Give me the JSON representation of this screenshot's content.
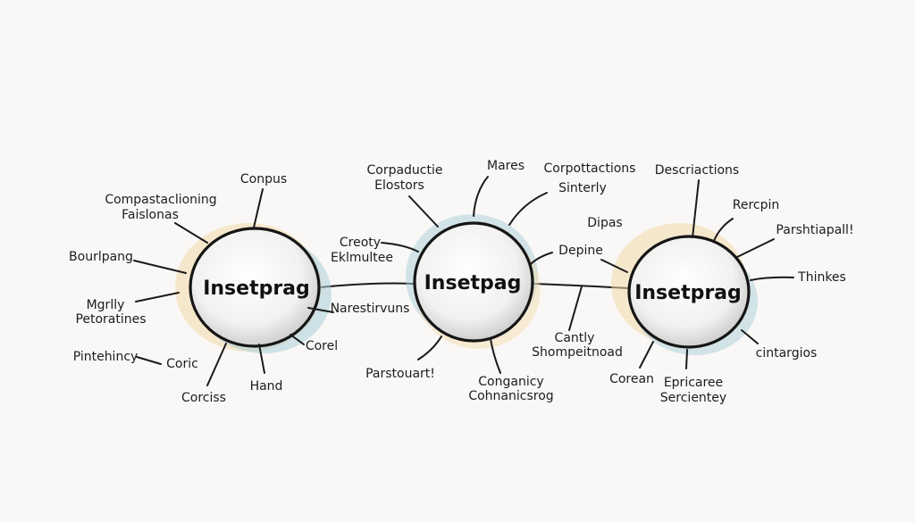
{
  "colors": {
    "background": "#f9f8f6",
    "ink": "#1a1a1a",
    "blue_wash": "#a9cdd8",
    "orange_wash": "#f3d9a8"
  },
  "nodes": [
    {
      "label": "Insetprag",
      "branches": [
        "Compastaclioning",
        "Faislonas",
        "Conpus",
        "Bourlpang",
        "Mgrlly",
        "Petoratines",
        "Pintehincy",
        "Coric",
        "Corciss",
        "Hand",
        "Corel",
        "Narestirvuns"
      ]
    },
    {
      "label": "Insetpag",
      "branches": [
        "Corpaductie",
        "Elostors",
        "Mares",
        "Corpottactions",
        "Sinterly",
        "Creoty",
        "Eklmultee",
        "Depine",
        "Dipas",
        "Parstouart!",
        "Conganicy",
        "Cohnanicsrog",
        "Cantly",
        "Shompeitnoad"
      ]
    },
    {
      "label": "Insetprag",
      "branches": [
        "Descriactions",
        "Rercpin",
        "Parshtiapall!",
        "Thinkes",
        "cintargios",
        "Epricaree",
        "Sercientey",
        "Corean"
      ]
    }
  ]
}
